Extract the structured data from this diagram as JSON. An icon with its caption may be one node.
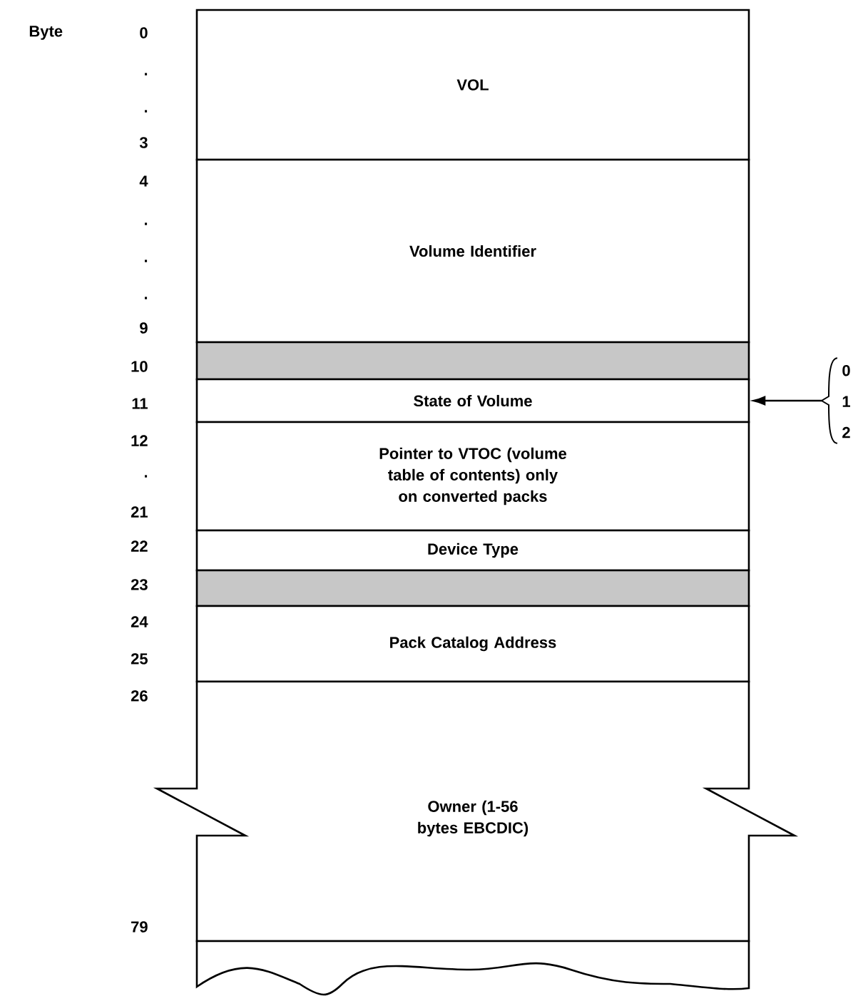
{
  "diagram": {
    "nodes": [
      {
        "text": [
          "VOL"
        ]
      },
      {
        "text": [
          "Volume Identifier"
        ]
      },
      {
        "text": [],
        "shape": "bar"
      },
      {
        "text": [
          "State of Volume"
        ]
      },
      {
        "text": [
          "Pointer to VTOC (volume table of contents) only on converted packs"
        ]
      },
      {
        "text": [
          "Device Type"
        ]
      },
      {
        "text": [],
        "shape": "bar"
      },
      {
        "text": [
          "Pack Catalog Address"
        ]
      },
      {
        "text": [
          "Owner (1-56 bytes EBCDIC)"
        ]
      },
      {
        "text": [],
        "shape": "box"
      },
      {
        "text": [
          "0",
          "1",
          "2"
        ]
      }
    ],
    "edges": [
      {
        "from": 10,
        "to": 3,
        "arrow": "to"
      }
    ],
    "labels": [
      "Byte",
      "0",
      ".",
      ".",
      "3",
      "4",
      ".",
      ".",
      ".",
      "9",
      "10",
      "11",
      "12",
      ".",
      "21",
      "22",
      "23",
      "24",
      "25",
      "26",
      "79"
    ]
  }
}
